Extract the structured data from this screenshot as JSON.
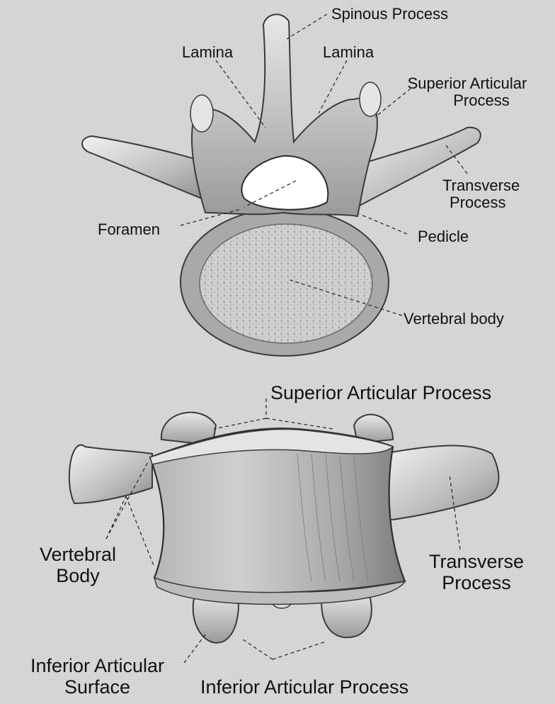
{
  "top_view": {
    "spinous_process": "Spinous Process",
    "lamina_left": "Lamina",
    "lamina_right": "Lamina",
    "superior_articular_process_l1": "Superior Articular",
    "superior_articular_process_l2": "Process",
    "transverse_process_l1": "Transverse",
    "transverse_process_l2": "Process",
    "foramen": "Foramen",
    "pedicle": "Pedicle",
    "vertebral_body": "Vertebral body"
  },
  "side_view": {
    "superior_articular_process": "Superior Articular Process",
    "transverse_process_l1": "Transverse",
    "transverse_process_l2": "Process",
    "vertebral_body_l1": "Vertebral",
    "vertebral_body_l2": "Body",
    "inferior_articular_surface_l1": "Inferior Articular",
    "inferior_articular_surface_l2": "Surface",
    "inferior_articular_process": "Inferior Articular Process"
  }
}
